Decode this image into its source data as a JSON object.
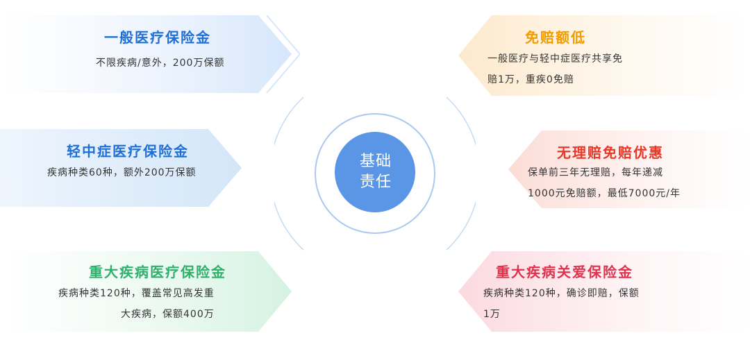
{
  "center": {
    "line1": "基础",
    "line2": "责任"
  },
  "cards": {
    "general_medical": {
      "title": "一般医疗保险金",
      "desc_line1": "不限疾病/意外，200万保额"
    },
    "mild_medical": {
      "title": "轻中症医疗保险金",
      "desc_line1": "疾病种类60种，额外200万保额"
    },
    "critical_medical": {
      "title": "重大疾病医疗保险金",
      "desc_line1": "疾病种类120种，覆盖常见高发重",
      "desc_line2": "大疾病，保额400万"
    },
    "low_deductible": {
      "title": "免赔额低",
      "desc_line1": "一般医疗与轻中症医疗共享免",
      "desc_line2": "赔1万，重疾0免赔"
    },
    "no_claim_discount": {
      "title": "无理赔免赔优惠",
      "desc_line1": "保单前三年无理赔，每年递减",
      "desc_line2": "1000元免赔额，最低7000元/年"
    },
    "critical_care": {
      "title": "重大疾病关爱保险金",
      "desc_line1": "疾病种类120种，确诊即赔，保额",
      "desc_line2": "1万"
    }
  },
  "colors": {
    "blue_title": "#1f6fd6",
    "green_title": "#2fb06b",
    "orange_title": "#f29c00",
    "red_title": "#e8382a",
    "pink_title": "#e0324d",
    "center_fill": "#5b95e6"
  }
}
